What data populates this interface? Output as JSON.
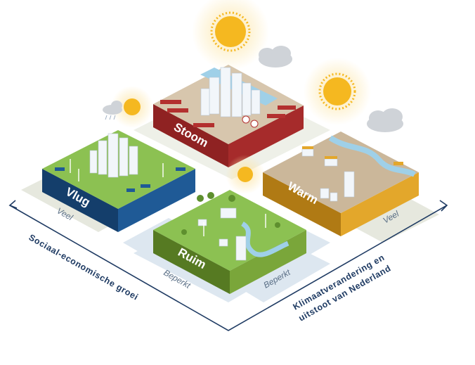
{
  "scenarios": {
    "stoom": {
      "name": "Stoom",
      "color": "#c53a3a",
      "side_color": "#8f2222"
    },
    "vlug": {
      "name": "Vlug",
      "color": "#1f5a96",
      "side_color": "#143e6b"
    },
    "warm": {
      "name": "Warm",
      "color": "#e3a72b",
      "side_color": "#b07a14"
    },
    "ruim": {
      "name": "Ruim",
      "color": "#7aa63a",
      "side_color": "#567a22"
    }
  },
  "axes": {
    "left_axis_label": "Sociaal-economische groei",
    "right_axis_label_line1": "Klimaatverandering en",
    "right_axis_label_line2": "uitstoot van Nederland"
  },
  "levels": {
    "left_high": "Veel",
    "left_low": "Beperkt",
    "right_low": "Beperkt",
    "right_high": "Veel"
  },
  "colors": {
    "axis": "#1f3b63",
    "band_light": "#dde7f0",
    "band_grey": "#e6e8de",
    "grass": "#8cc152",
    "earth": "#c9b89a",
    "water": "#9fd0e8",
    "sun": "#f5b820"
  }
}
